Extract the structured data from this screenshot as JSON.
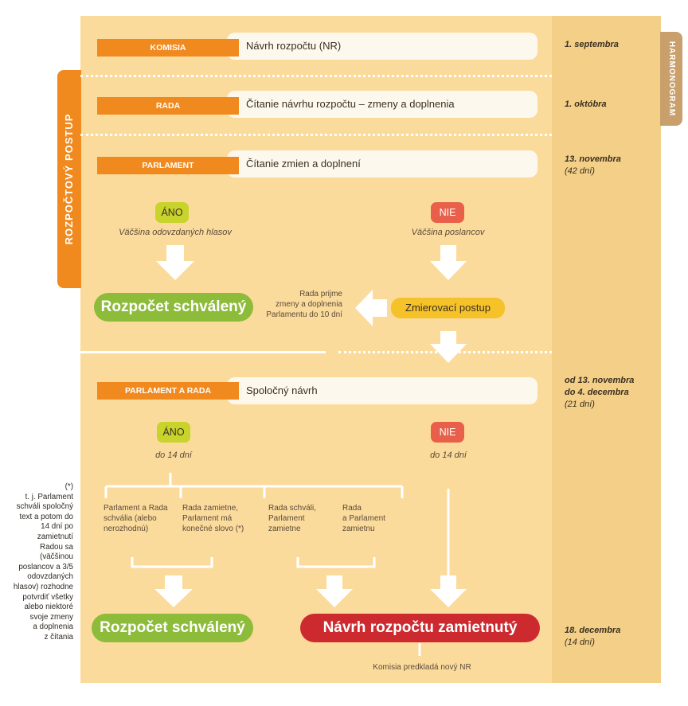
{
  "side_labels": {
    "left": "ROZPOČTOVÝ POSTUP",
    "right": "HARMONOGRAM"
  },
  "stages": [
    {
      "actor": "KOMISIA",
      "text": "Návrh rozpočtu (NR)",
      "date": "1. septembra",
      "duration": ""
    },
    {
      "actor": "RADA",
      "text": "Čítanie návrhu rozpočtu – zmeny a doplnenia",
      "date": "1. októbra",
      "duration": ""
    },
    {
      "actor": "PARLAMENT",
      "text": "Čítanie zmien a doplnení",
      "date": "13. novembra",
      "duration": "(42 dní)"
    }
  ],
  "first_decision": {
    "yes": {
      "label": "ÁNO",
      "note": "Väčšina odovzdaných hlasov"
    },
    "no": {
      "label": "NIE",
      "note": "Väčšina poslancov"
    },
    "approved": "Rozpočet schválený",
    "conciliation": "Zmierovací postup",
    "council_note": [
      "Rada prijme",
      "zmeny a doplnenia",
      "Parlamentu do 10 dní"
    ]
  },
  "joint_stage": {
    "actor": "PARLAMENT A RADA",
    "text": "Spoločný návrh",
    "date_lines": [
      "od 13. novembra",
      "do 4. decembra"
    ],
    "duration": "(21 dní)"
  },
  "second_decision": {
    "yes": {
      "label": "ÁNO",
      "note": "do 14 dní"
    },
    "no": {
      "label": "NIE",
      "note": "do 14 dní"
    },
    "outcomes": [
      [
        "Parlament a Rada",
        "schvália (alebo",
        "nerozhodnú)"
      ],
      [
        "Rada zamietne,",
        "Parlament má",
        "konečné slovo (*)"
      ],
      [
        "Rada schváli,",
        "Parlament",
        "zamietne"
      ],
      [
        "Rada",
        "a Parlament",
        "zamietnu"
      ]
    ],
    "approved": "Rozpočet schválený",
    "rejected": "Návrh rozpočtu zamietnutý",
    "rejected_note": "Komisia predkladá nový NR",
    "final_date": "18. decembra",
    "final_duration": "(14 dní)"
  },
  "footnote": [
    "(*)",
    "t. j. Parlament",
    "schváli spoločný",
    "text a potom do",
    "14 dní po",
    "zamietnutí",
    "Radou sa",
    "(väčšinou",
    "poslancov a 3/5",
    "odovzdaných",
    "hlasov) rozhodne",
    "potvrdiť všetky",
    "alebo niektoré",
    "svoje zmeny",
    "a doplnenia",
    "z čítania"
  ]
}
